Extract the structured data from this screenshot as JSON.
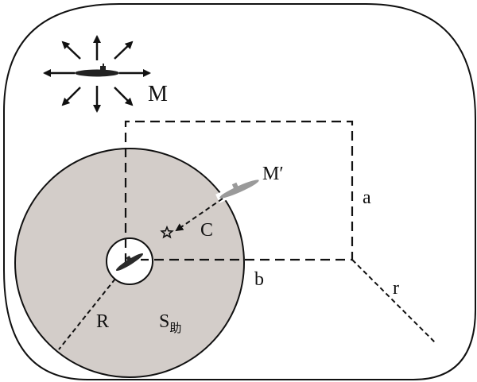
{
  "labels": {
    "M": "M",
    "M_prime": "M′",
    "a": "a",
    "b": "b",
    "r": "r",
    "C": "C",
    "R": "R",
    "S": "S",
    "S_sub": "助"
  },
  "colors": {
    "stroke": "#111111",
    "shaded_region": "#d3cdc9",
    "background": "#ffffff",
    "sub_hull": "#2a2a2a",
    "faint_sub": "#9a9a9a"
  },
  "icons": {
    "surface_sub": "submarine-icon",
    "faint_sub": "submarine-icon",
    "center_sub": "submarine-icon",
    "target": "star-icon"
  }
}
